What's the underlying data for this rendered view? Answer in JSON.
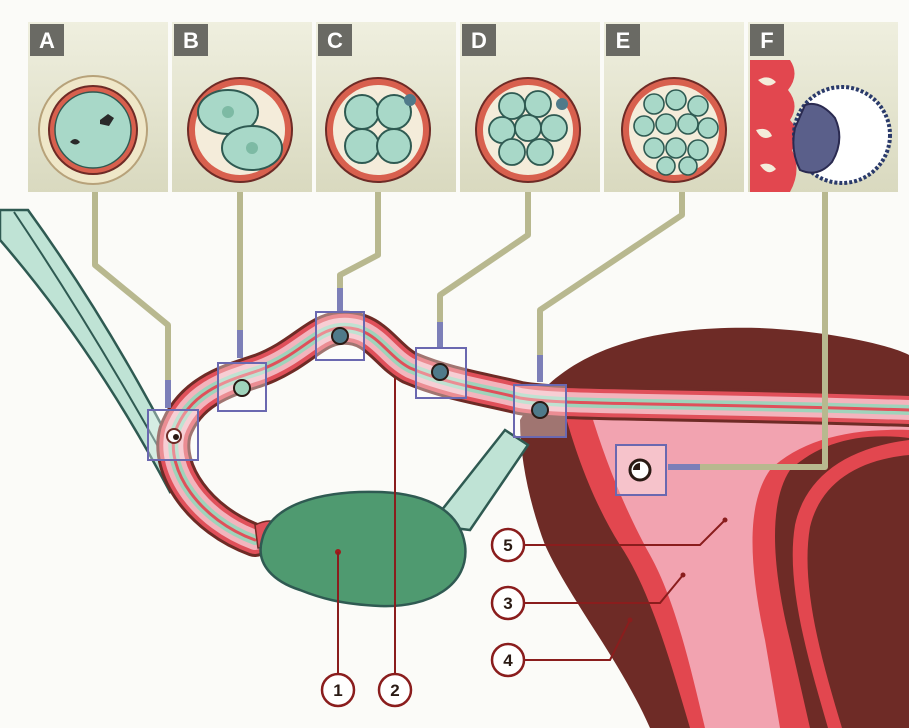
{
  "panels": [
    {
      "letter": "A",
      "stage": "oocyte"
    },
    {
      "letter": "B",
      "stage": "2-cell"
    },
    {
      "letter": "C",
      "stage": "4-cell"
    },
    {
      "letter": "D",
      "stage": "8-cell"
    },
    {
      "letter": "E",
      "stage": "morula"
    },
    {
      "letter": "F",
      "stage": "blastocyst-implantation"
    }
  ],
  "labels": [
    "1",
    "2",
    "3",
    "4",
    "5"
  ],
  "colors": {
    "uterus_wall": "#6e2b26",
    "uterus_lining": "#e2474f",
    "uterus_cavity": "#f2a3b0",
    "tube_red": "#e0505a",
    "tube_pink": "#f3b4bd",
    "tube_green": "#9fd3bb",
    "ovary": "#4f9a70",
    "ligament": "#bfe3d5",
    "ligament_edge": "#2f5a52",
    "panel_bg": "#e4e4cf",
    "connector": "#b8b88f",
    "connector_blue": "#7c7fb8",
    "letter_box": "#6a6a64",
    "label_line": "#8a1d1d"
  }
}
